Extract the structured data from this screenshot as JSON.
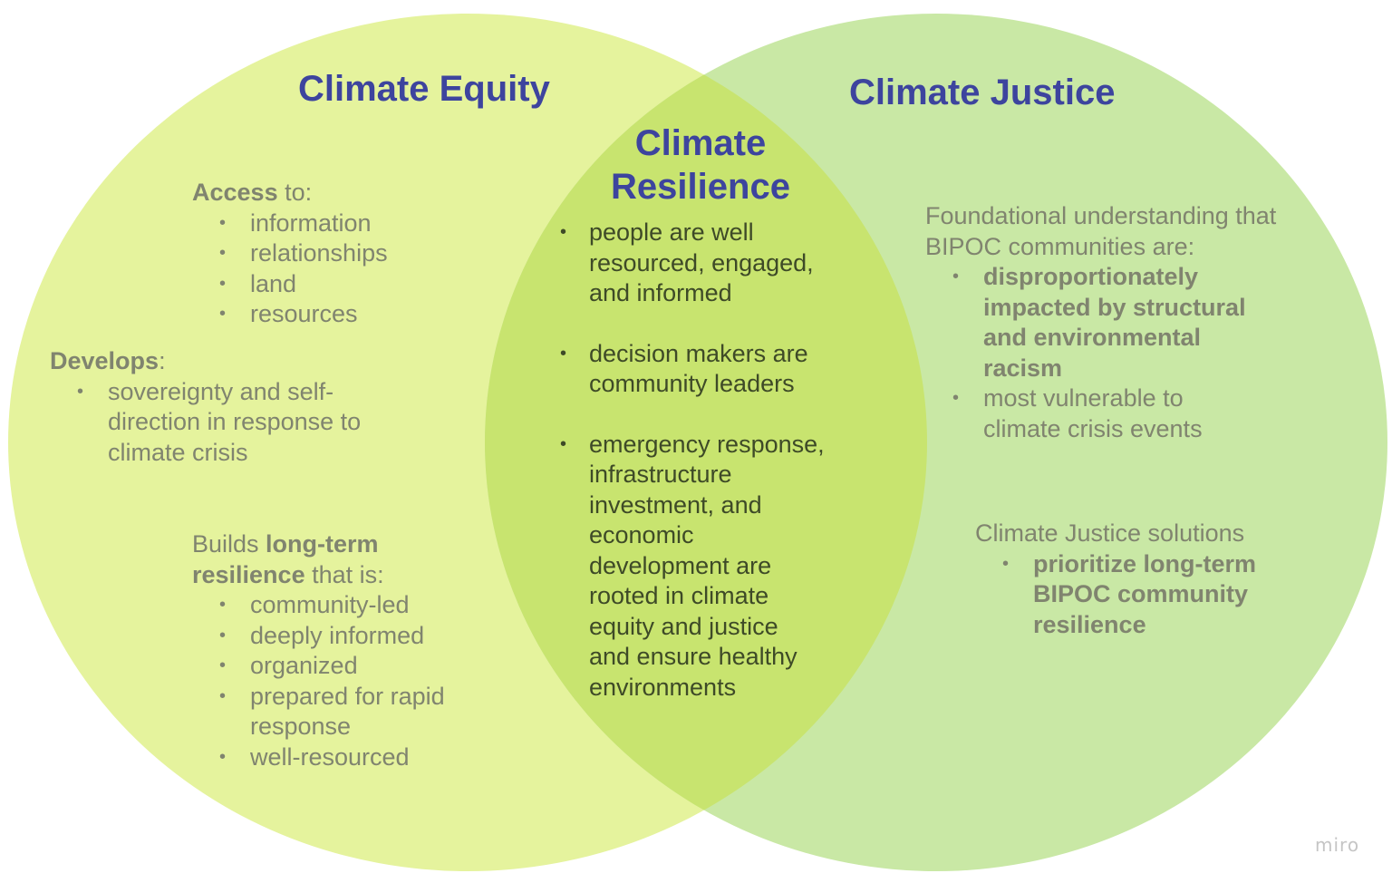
{
  "colors": {
    "equity_circle": "#e5f39d",
    "justice_circle": "#c9e8a5",
    "overlap": "#c8e46f",
    "title": "#3d449e",
    "body_text": "#80846f",
    "center_text": "#3e4a27"
  },
  "equity": {
    "title": "Climate Equity",
    "access_heading": "Access",
    "access_suffix": " to:",
    "access_items": [
      "information",
      "relationships",
      "land",
      "resources"
    ],
    "develops_heading": "Develops",
    "develops_suffix": ":",
    "develops_items": [
      "sovereignty and self-direction in response to climate crisis"
    ],
    "builds_prefix": "Builds ",
    "builds_bold": "long-term resilience",
    "builds_suffix": " that is:",
    "builds_items": [
      "community-led",
      "deeply informed",
      "organized",
      "prepared for rapid response",
      "well-resourced"
    ]
  },
  "resilience": {
    "title_line1": "Climate",
    "title_line2": "Resilience",
    "items": [
      "people are well resourced, engaged, and informed",
      "decision makers are community leaders",
      "emergency response, infrastructure investment, and economic development are rooted in climate equity and justice and ensure healthy environments"
    ]
  },
  "justice": {
    "title": "Climate Justice",
    "foundation_intro": "Foundational understanding that BIPOC communities are:",
    "foundation_items": [
      {
        "text": "disproportionately impacted by structural and environmental racism",
        "bold": true
      },
      {
        "text": "most vulnerable to climate crisis events",
        "bold": false
      }
    ],
    "solutions_intro": "Climate Justice solutions",
    "solutions_items": [
      {
        "text": "prioritize long-term BIPOC community resilience",
        "bold": true
      }
    ]
  },
  "watermark": "miro"
}
